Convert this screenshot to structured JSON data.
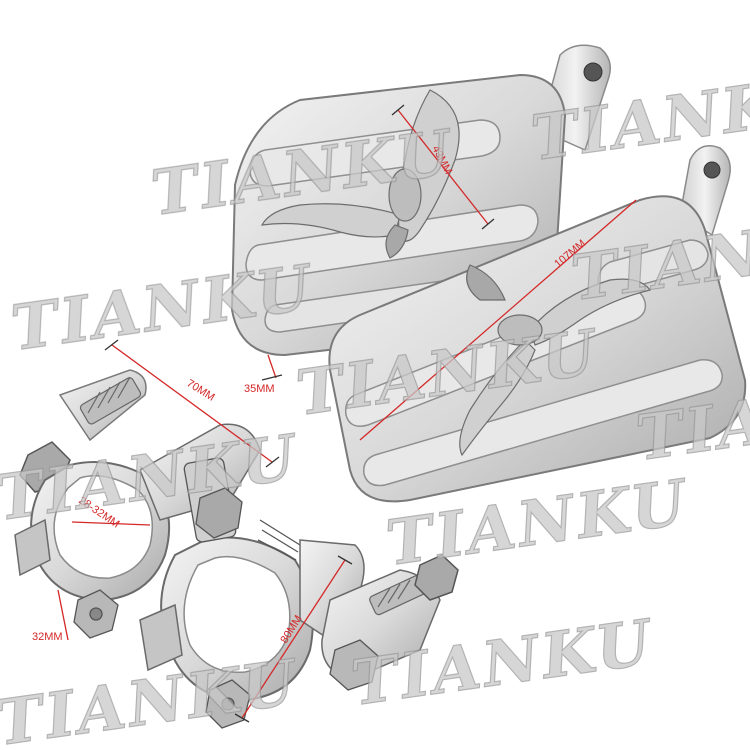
{
  "watermark": {
    "text": "TIANKU",
    "color": "#c8c8c8"
  },
  "dimension_color": "#d42828",
  "dimensions": {
    "eagle_width": "43MM",
    "peg_length": "107MM",
    "peg_height": "35MM",
    "bracket_length": "70MM",
    "clamp_diameter": "28-32MM",
    "clamp_width": "32MM",
    "bracket_height": "80MM"
  }
}
